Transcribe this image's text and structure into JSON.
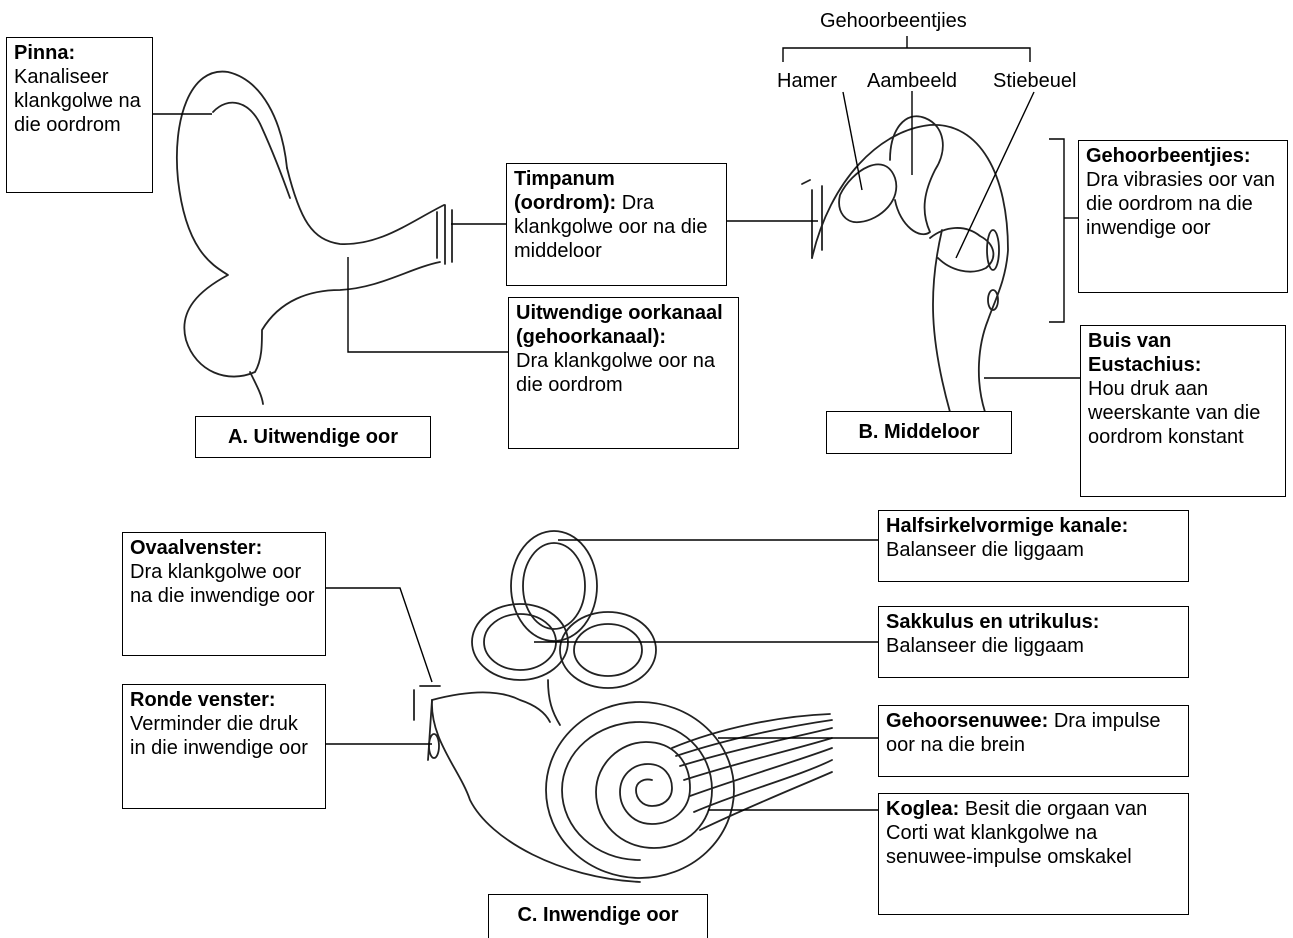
{
  "outer": {
    "caption": "A. Uitwendige oor",
    "pinna": {
      "title": "Pinna:",
      "text": "Kanaliseer klankgolwe na die oordrom"
    },
    "canal": {
      "title": "Uitwendige oorkanaal (gehoorkanaal):",
      "text": "Dra klankgolwe oor na die oordrom"
    },
    "tympanum": {
      "title": "Timpanum (oordrom):",
      "text": "Dra klankgolwe oor na die middeloor"
    }
  },
  "middle": {
    "caption": "B. Middeloor",
    "group_label": "Gehoorbeentjies",
    "ossicle_labels": [
      "Hamer",
      "Aambeeld",
      "Stiebeuel"
    ],
    "ossicles": {
      "title": "Gehoorbeentjies:",
      "text": "Dra vibrasies oor van die oordrom na die inwendige oor"
    },
    "eustachian": {
      "title": "Buis van Eustachius:",
      "text": "Hou druk aan weerskante van die oordrom konstant"
    }
  },
  "inner": {
    "caption": "C. Inwendige oor",
    "oval": {
      "title": "Ovaalvenster:",
      "text": "Dra klankgolwe oor na die inwendige oor"
    },
    "round": {
      "title": "Ronde venster:",
      "text": "Verminder die druk in die inwendige oor"
    },
    "canals": {
      "title": "Halfsirkelvormige kanale:",
      "text": "Balanseer die liggaam"
    },
    "sacculus": {
      "title": "Sakkulus en utrikulus:",
      "text": "Balanseer die liggaam"
    },
    "nerve": {
      "title": "Gehoorsenuwee:",
      "text": "Dra impulse oor na die brein"
    },
    "cochlea": {
      "title": "Koglea:",
      "text": "Besit die orgaan van Corti wat klankgolwe na senuwee-impulse omskakel"
    }
  }
}
